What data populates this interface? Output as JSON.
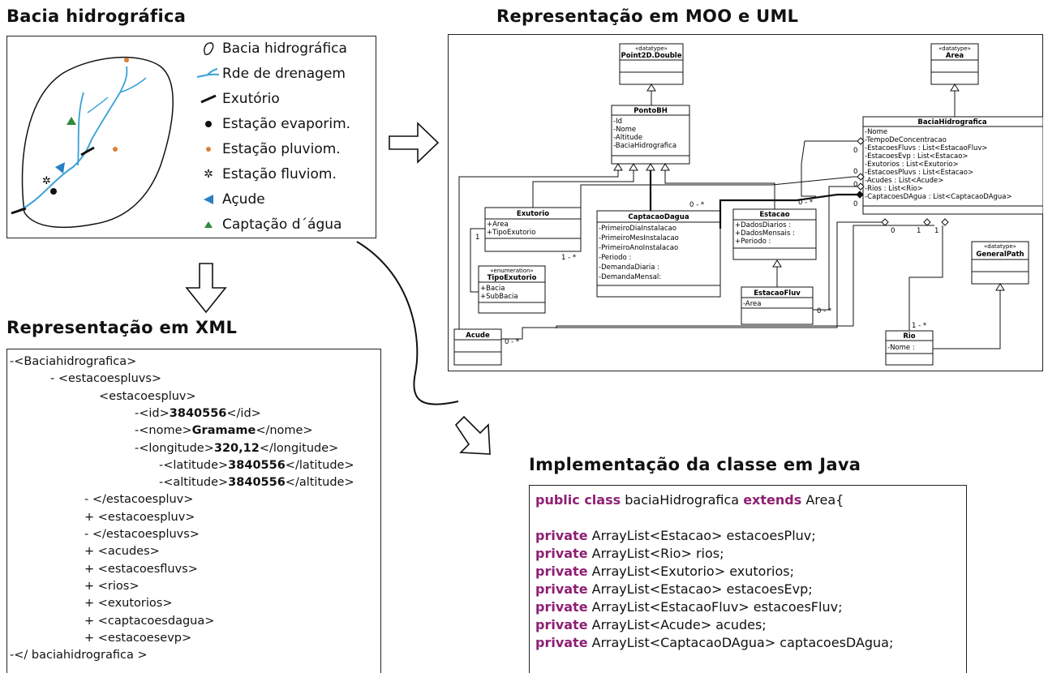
{
  "titles": {
    "bacia": "Bacia hidrográfica",
    "moo": "Representação em MOO e UML",
    "xml": "Representação em XML",
    "java": "Implementação da classe em Java"
  },
  "legend": [
    {
      "icon": "basin-outline-icon",
      "label": "Bacia hidrográfica"
    },
    {
      "icon": "drainage-network-icon",
      "label": "Rde de drenagem"
    },
    {
      "icon": "outlet-icon",
      "label": "Exutório"
    },
    {
      "icon": "evaporimetric-station-icon",
      "label": "Estação evaporim."
    },
    {
      "icon": "pluviometric-station-icon",
      "label": "Estação pluviom."
    },
    {
      "icon": "fluviometric-station-icon",
      "label": "Estação fluviom."
    },
    {
      "icon": "reservoir-icon",
      "label": "Açude"
    },
    {
      "icon": "water-intake-icon",
      "label": "Captação d´água"
    }
  ],
  "xml_lines": [
    {
      "pre": "-<Baciahidrografica>"
    },
    {
      "pre": "- <estacoespluvs>"
    },
    {
      "pre": "<estacoespluv>"
    },
    {
      "pre": "-<id>",
      "bold": "3840556",
      "post": "</id>"
    },
    {
      "pre": "-<nome>",
      "bold": "Gramame",
      "post": "</nome>"
    },
    {
      "pre": "-<longitude>",
      "bold": "320,12",
      "post": "</longitude>"
    },
    {
      "pre": "-<latitude>",
      "bold": "3840556",
      "post": "</latitude>"
    },
    {
      "pre": "-<altitude>",
      "bold": "3840556",
      "post": "</altitude>"
    },
    {
      "pre": "- </estacoespluv>"
    },
    {
      "pre": "+ <estacoespluv>"
    },
    {
      "pre": "- </estacoespluvs>"
    },
    {
      "pre": "+ <acudes>"
    },
    {
      "pre": "+ <estacoesfluvs>"
    },
    {
      "pre": "+ <rios>"
    },
    {
      "pre": "+ <exutorios>"
    },
    {
      "pre": "+ <captacoesdagua>"
    },
    {
      "pre": "+ <estacoesevp>"
    },
    {
      "pre": "-</ baciahidrografica >"
    }
  ],
  "java_lines": [
    {
      "kw": "public class",
      "mid": " baciaHidrografica ",
      "kw2": "extends",
      "post": " Area{"
    },
    {
      "kw": "private",
      "post": " ArrayList<Estacao> estacoesPluv;"
    },
    {
      "kw": "private",
      "post": " ArrayList<Rio> rios;"
    },
    {
      "kw": "private",
      "post": " ArrayList<Exutorio> exutorios;"
    },
    {
      "kw": "private",
      "post": " ArrayList<Estacao> estacoesEvp;"
    },
    {
      "kw": "private",
      "post": " ArrayList<EstacaoFluv> estacoesFluv;"
    },
    {
      "kw": "private",
      "post": " ArrayList<Acude> acudes;"
    },
    {
      "kw": "private",
      "post": " ArrayList<CaptacaoDAgua> captacoesDAgua;"
    }
  ],
  "uml": {
    "point2d": {
      "stereo": "«datatype»",
      "name": "Point2D.Double"
    },
    "area": {
      "stereo": "«datatype»",
      "name": "Area"
    },
    "pontobh": {
      "name": "PontoBH",
      "attrs": [
        "-Id",
        "-Nome",
        "-Altitude",
        "-BaciaHidrografica"
      ]
    },
    "bacia": {
      "name": "BaciaHidrografica",
      "attrs": [
        "-Nome",
        "-TempoDeConcentracao",
        "-EstacoesFluvs : List<EstacaoFluv>",
        "-EstacoesEvp : List<Estacao>",
        "-Exutorios : List<Exutorio>",
        "-EstacoesPluvs : List<Estacao>",
        "-Acudes : List<Acude>",
        "-Rios : List<Rio>",
        "-CaptacoesDAgua : List<CaptacaoDAgua>"
      ]
    },
    "exutorio": {
      "name": "Exutorio",
      "attrs": [
        "+Area",
        "+TipoExutorio"
      ]
    },
    "captacao": {
      "name": "CaptacaoDagua",
      "attrs": [
        "-PrimeiroDiaInstalacao",
        "-PrimeiroMesInstalacao",
        "-PrimeiroAnoInstalacao",
        "-Periodo :",
        "-DemandaDiaria :",
        "-DemandaMensal:"
      ]
    },
    "estacao": {
      "name": "Estacao",
      "attrs": [
        "+DadosDiarios :",
        "+DadosMensais :",
        "+Periodo :"
      ]
    },
    "tipoexutorio": {
      "stereo": "«enumeration»",
      "name": "TipoExutorio",
      "attrs": [
        "+Bacia",
        "+SubBacia"
      ]
    },
    "estacaofluv": {
      "name": "EstacaoFluv",
      "attrs": [
        "-Area"
      ]
    },
    "generalpath": {
      "stereo": "«datatype»",
      "name": "GeneralPath"
    },
    "rio": {
      "name": "Rio",
      "attrs": [
        "-Nome :"
      ]
    },
    "acude": {
      "name": "Acude"
    },
    "multiplicities": {
      "m_0n_capt": "0 - *",
      "m_0n_est": "0 - *",
      "m_0_a": "0",
      "m_0_b": "0",
      "m_0_c": "0",
      "m_0_d": "0",
      "m_0_e": "0",
      "m_1_a": "1",
      "m_1_b": "1",
      "m_1_c": "1",
      "m_1n_exut": "1 - *",
      "m_0n_fluv": "0 - *",
      "m_0n_acude": "0 - *",
      "m_1n_rio": "1 - *"
    }
  }
}
